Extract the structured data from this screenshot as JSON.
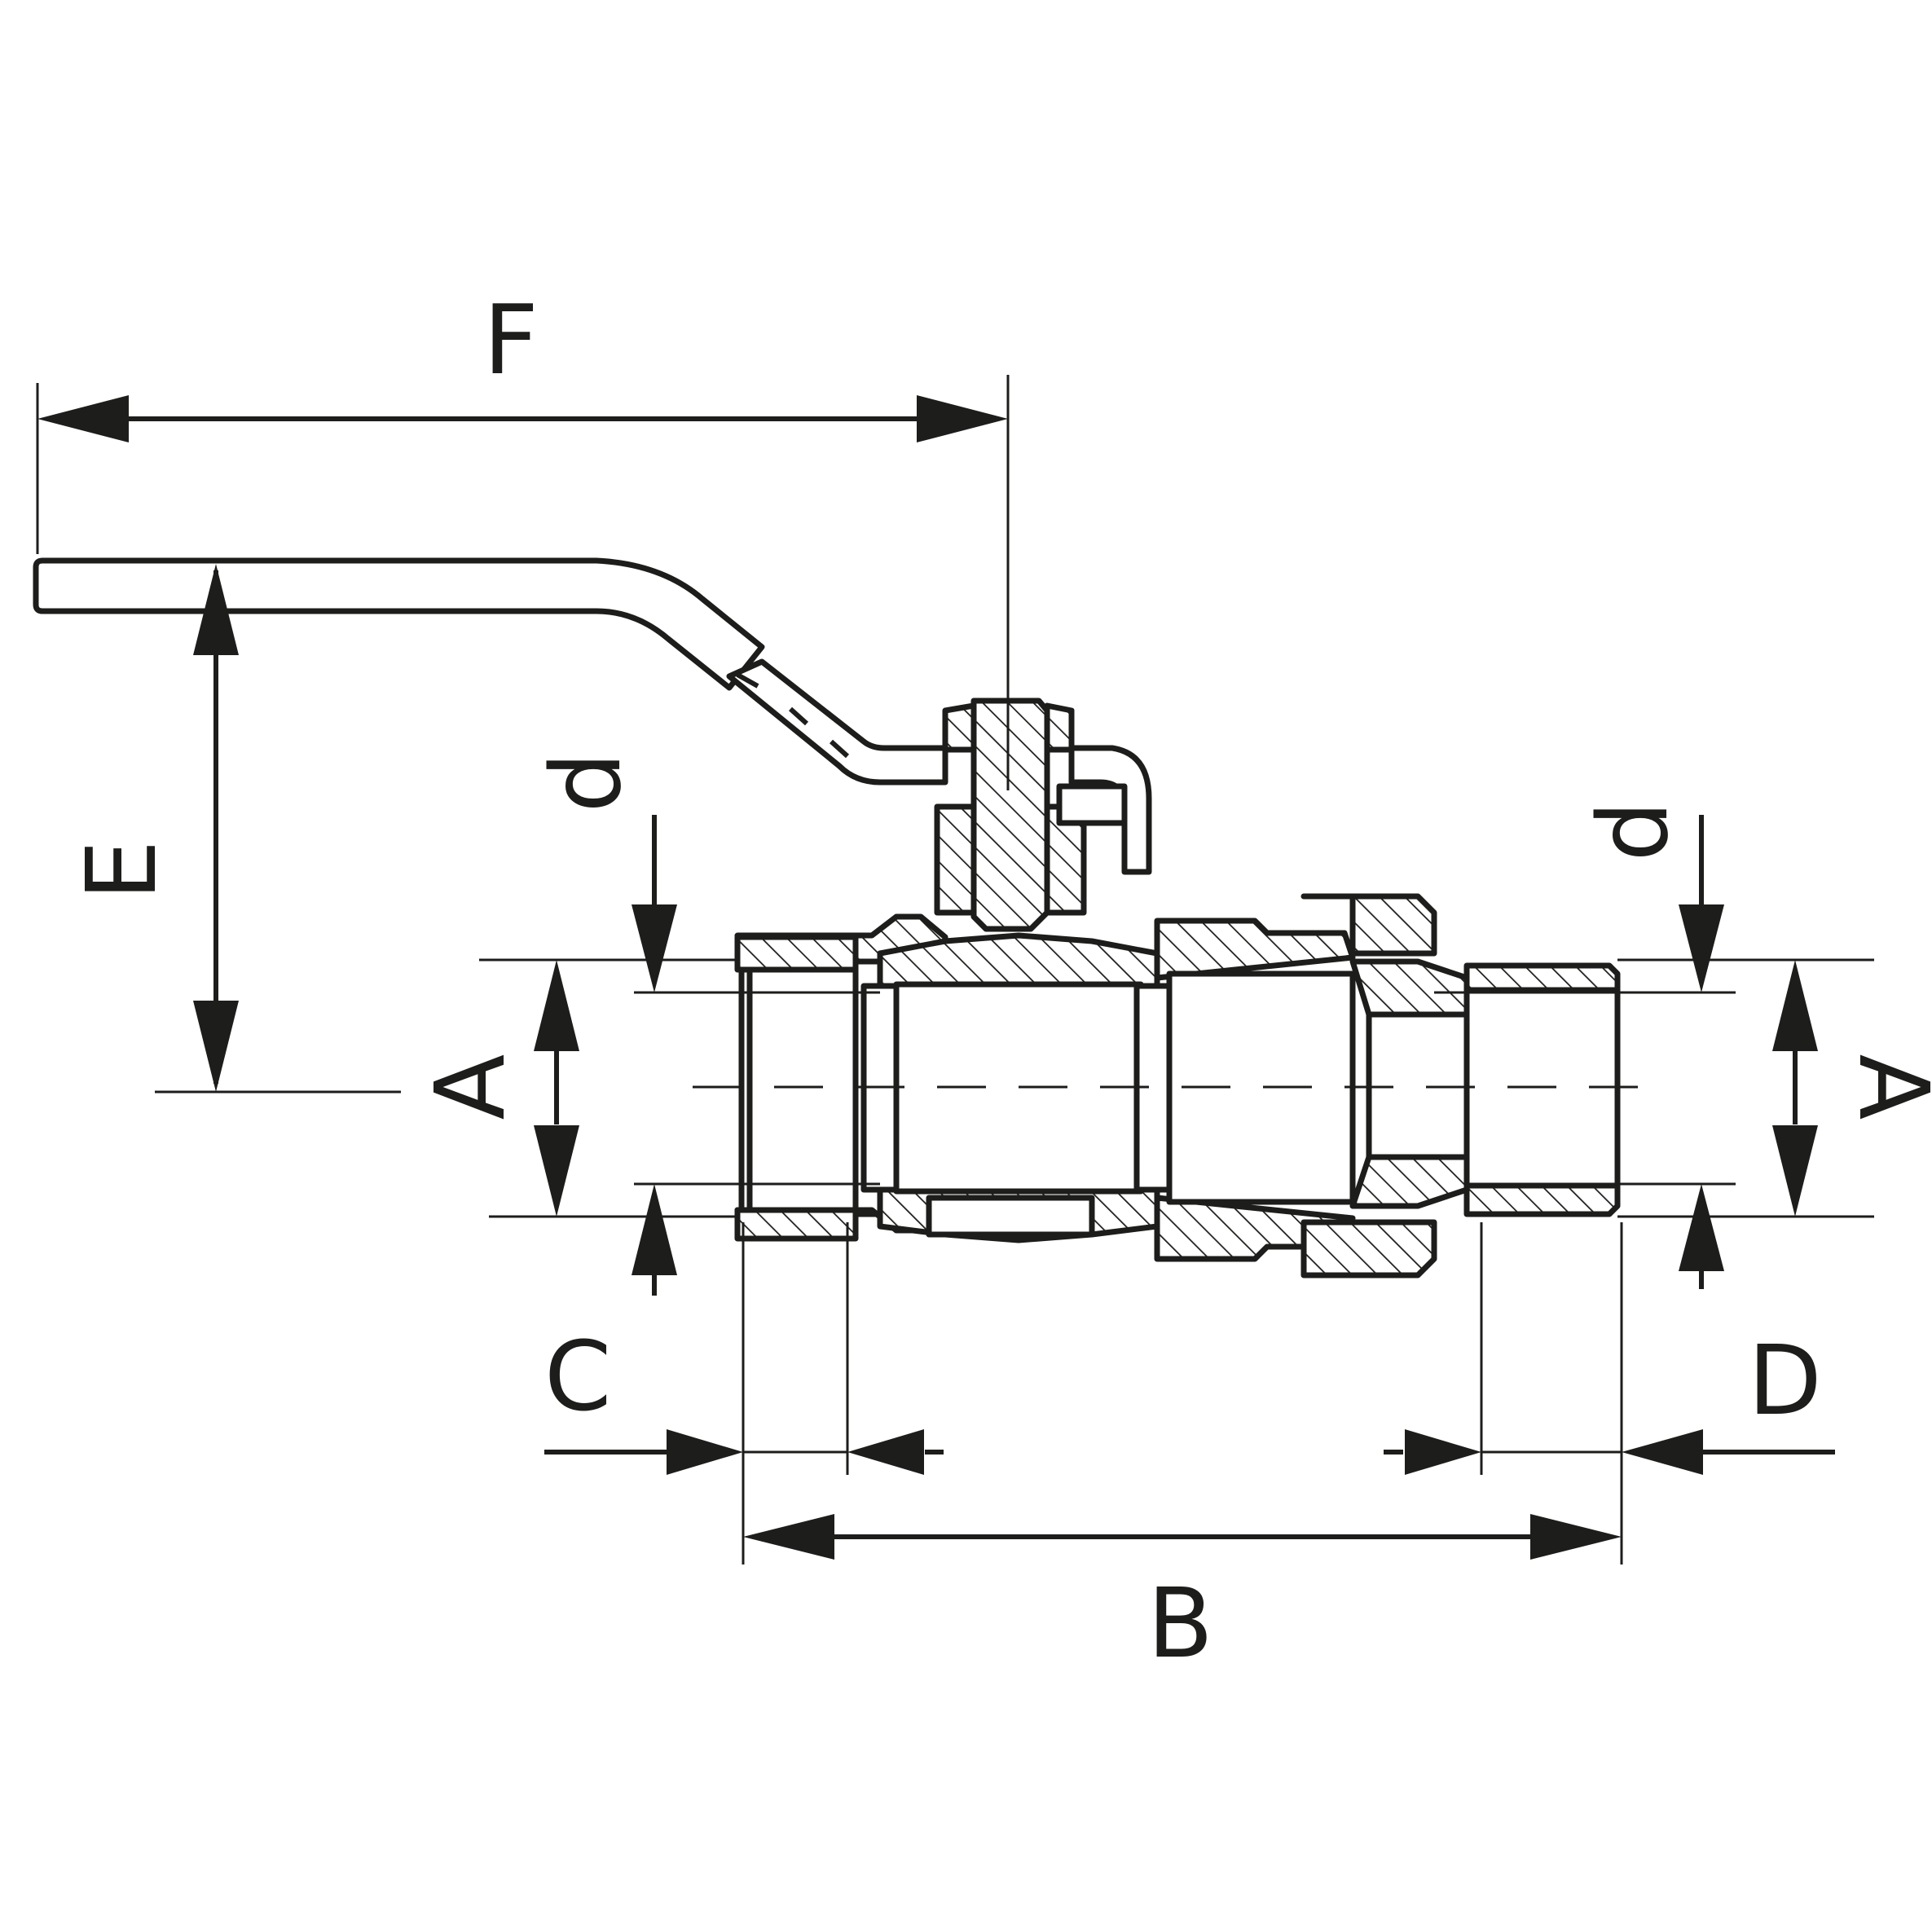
{
  "diagram": {
    "labels": {
      "f": "F",
      "e": "E",
      "d_left": "d",
      "d_right": "d",
      "a_left": "A",
      "a_right": "A",
      "c": "C",
      "d": "D",
      "b": "B"
    },
    "colors": {
      "stroke": "#1d1d1b",
      "background": "#ffffff"
    }
  }
}
